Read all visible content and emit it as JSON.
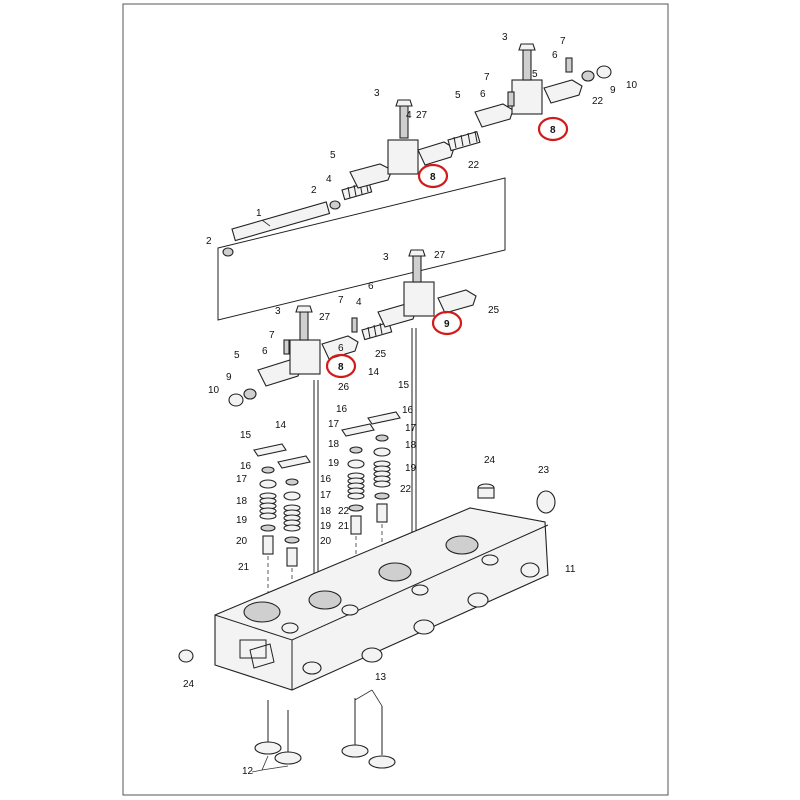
{
  "diagram": {
    "highlight_color": "#d11a1a",
    "callouts": [
      {
        "id": "c3a",
        "text": "3"
      },
      {
        "id": "c6a",
        "text": "6"
      },
      {
        "id": "c7a",
        "text": "7"
      },
      {
        "id": "c5a",
        "text": "5"
      },
      {
        "id": "c10a",
        "text": "10"
      },
      {
        "id": "c9a",
        "text": "9"
      },
      {
        "id": "c7b",
        "text": "7"
      },
      {
        "id": "c6b",
        "text": "6"
      },
      {
        "id": "c5b",
        "text": "5"
      },
      {
        "id": "c22a",
        "text": "22"
      },
      {
        "id": "c3b",
        "text": "3"
      },
      {
        "id": "c27a",
        "text": "27"
      },
      {
        "id": "c4a",
        "text": "4"
      },
      {
        "id": "c22b",
        "text": "22"
      },
      {
        "id": "c5c",
        "text": "5"
      },
      {
        "id": "c4b",
        "text": "4"
      },
      {
        "id": "c2a",
        "text": "2"
      },
      {
        "id": "c1a",
        "text": "1"
      },
      {
        "id": "c2b",
        "text": "2"
      },
      {
        "id": "c27b",
        "text": "27"
      },
      {
        "id": "c3c",
        "text": "3"
      },
      {
        "id": "c6c",
        "text": "6"
      },
      {
        "id": "c25a",
        "text": "25"
      },
      {
        "id": "c3d",
        "text": "3"
      },
      {
        "id": "c27c",
        "text": "27"
      },
      {
        "id": "c7c",
        "text": "7"
      },
      {
        "id": "c4c",
        "text": "4"
      },
      {
        "id": "c7d",
        "text": "7"
      },
      {
        "id": "c6d",
        "text": "6"
      },
      {
        "id": "c25b",
        "text": "25"
      },
      {
        "id": "c5d",
        "text": "5"
      },
      {
        "id": "c6e",
        "text": "6"
      },
      {
        "id": "c26a",
        "text": "26"
      },
      {
        "id": "c10b",
        "text": "10"
      },
      {
        "id": "c9b",
        "text": "9"
      },
      {
        "id": "c14a",
        "text": "14"
      },
      {
        "id": "c15a",
        "text": "15"
      },
      {
        "id": "c16a",
        "text": "16"
      },
      {
        "id": "c16b",
        "text": "16"
      },
      {
        "id": "c17a",
        "text": "17"
      },
      {
        "id": "c17b",
        "text": "17"
      },
      {
        "id": "c18a",
        "text": "18"
      },
      {
        "id": "c18b",
        "text": "18"
      },
      {
        "id": "c19a",
        "text": "19"
      },
      {
        "id": "c19b",
        "text": "19"
      },
      {
        "id": "c22c",
        "text": "22"
      },
      {
        "id": "c14b",
        "text": "14"
      },
      {
        "id": "c15b",
        "text": "15"
      },
      {
        "id": "c16c",
        "text": "16"
      },
      {
        "id": "c16d",
        "text": "16"
      },
      {
        "id": "c17c",
        "text": "17"
      },
      {
        "id": "c17d",
        "text": "17"
      },
      {
        "id": "c18c",
        "text": "18"
      },
      {
        "id": "c18d",
        "text": "18"
      },
      {
        "id": "c19c",
        "text": "19"
      },
      {
        "id": "c19d",
        "text": "19"
      },
      {
        "id": "c20a",
        "text": "20"
      },
      {
        "id": "c20b",
        "text": "20"
      },
      {
        "id": "c21a",
        "text": "21"
      },
      {
        "id": "c21b",
        "text": "21"
      },
      {
        "id": "c22d",
        "text": "22"
      },
      {
        "id": "c24a",
        "text": "24"
      },
      {
        "id": "c23a",
        "text": "23"
      },
      {
        "id": "c11a",
        "text": "11"
      },
      {
        "id": "c24b",
        "text": "24"
      },
      {
        "id": "c13a",
        "text": "13"
      },
      {
        "id": "c12a",
        "text": "12"
      }
    ],
    "circled_callouts": [
      {
        "id": "r1",
        "text": "8"
      },
      {
        "id": "r2",
        "text": "8"
      },
      {
        "id": "r3",
        "text": "9"
      },
      {
        "id": "r4",
        "text": "8"
      }
    ]
  }
}
